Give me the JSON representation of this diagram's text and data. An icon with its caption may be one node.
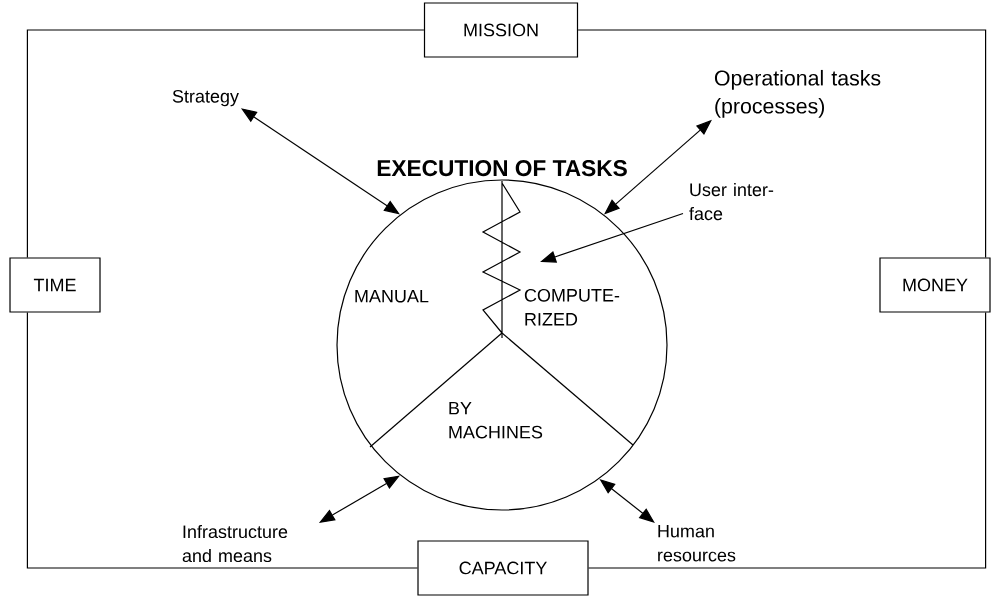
{
  "diagram": {
    "nodes": [
      {
        "text": [
          "MISSION"
        ]
      },
      {
        "text": [
          "TIME"
        ]
      },
      {
        "text": [
          "MONEY"
        ]
      },
      {
        "text": [
          "CAPACITY"
        ]
      },
      {
        "text": [
          "EXECUTION OF TASKS"
        ]
      },
      {
        "text": [
          "MANUAL"
        ],
        "in": 4
      },
      {
        "text": [
          "COMPUTE- RIZED"
        ],
        "in": 4
      },
      {
        "text": [
          "BY MACHINES"
        ],
        "in": 4
      },
      {
        "text": [
          "Strategy"
        ]
      },
      {
        "text": [
          "Operational tasks (processes)"
        ]
      },
      {
        "text": [
          "User inter- face"
        ]
      },
      {
        "text": [
          "Infrastructure and means"
        ]
      },
      {
        "text": [
          "Human resources"
        ]
      }
    ],
    "edges": [
      {
        "from": 0,
        "to": 2,
        "arrow": "none"
      },
      {
        "from": 2,
        "to": 3,
        "arrow": "none"
      },
      {
        "from": 3,
        "to": 1,
        "arrow": "none"
      },
      {
        "from": 1,
        "to": 0,
        "arrow": "none"
      },
      {
        "from": 8,
        "to": 4,
        "arrow": "both"
      },
      {
        "from": 9,
        "to": 4,
        "arrow": "both"
      },
      {
        "from": 10,
        "to": null,
        "arrow": "to"
      },
      {
        "from": 11,
        "to": 4,
        "arrow": "both"
      },
      {
        "from": 12,
        "to": 4,
        "arrow": "both"
      }
    ]
  }
}
